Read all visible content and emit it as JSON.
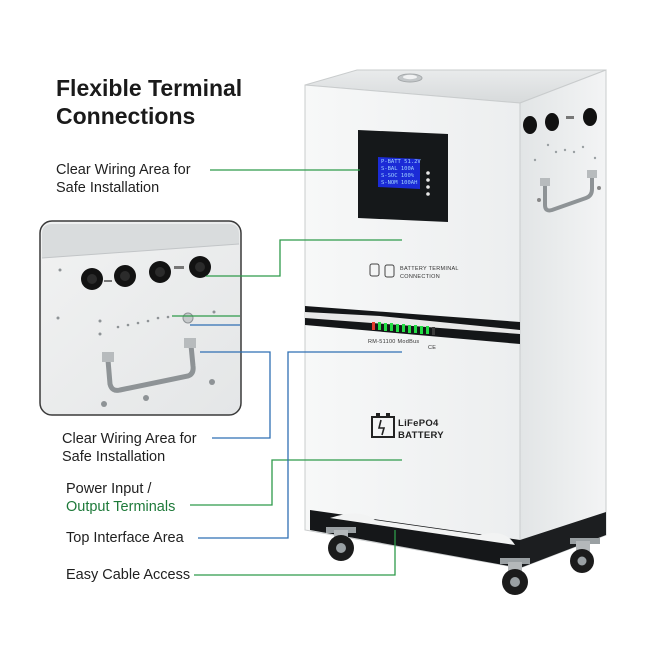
{
  "title": "Flexible Terminal Connections",
  "labels": {
    "clear_wiring_top": [
      "Clear Wiring Area for",
      "Safe Installation"
    ],
    "clear_wiring_bottom": [
      "Clear Wiring Area for",
      "Safe Installation"
    ],
    "power_io": [
      "Power Input /",
      "Output Terminals"
    ],
    "top_interface": "Top Interface Area",
    "easy_cable": "Easy Cable Access"
  },
  "device": {
    "display_lines": [
      "P-BATT 51.2V",
      "S-BAL 100A",
      "S-SOC 100%",
      "S-NOM 100AH"
    ],
    "front_badge_text": [
      "BATTERY TERMINAL",
      "CONNECTION"
    ],
    "model_text": "RM-51100 ModBus",
    "small_code": "CE",
    "battery_label": [
      "LiFePO4",
      "BATTERY"
    ]
  },
  "colors": {
    "leader_green": "#2e9a4a",
    "leader_blue": "#2f6fb3",
    "accent_green_text": "#1e7a3a",
    "led_green": "#22dd44"
  }
}
